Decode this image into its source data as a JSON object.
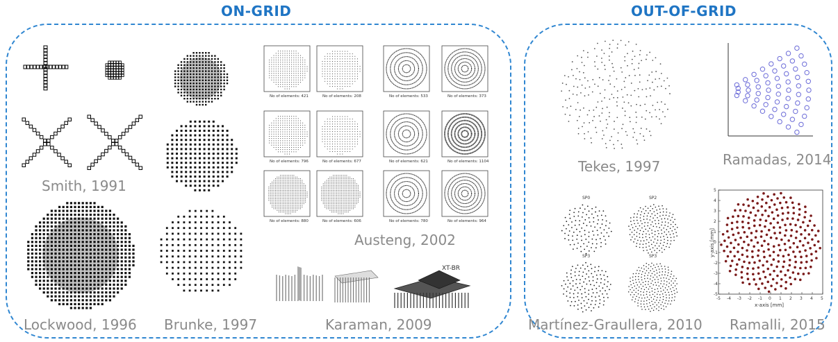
{
  "sections": {
    "on_grid": {
      "title": "ON-GRID"
    },
    "out_of_grid": {
      "title": "OUT-OF-GRID"
    }
  },
  "citations": {
    "smith": "Smith, 1991",
    "lockwood": "Lockwood, 1996",
    "brunke": "Brunke, 1997",
    "austeng": "Austeng, 2002",
    "karaman": "Karaman, 2009",
    "tekes": "Tekes, 1997",
    "ramadas": "Ramadas, 2014",
    "martinez": "Martínez-Graullera, 2010",
    "ramalli": "Ramalli, 2015"
  },
  "austeng_captions": [
    "No of elements: 421",
    "No of elements: 208",
    "No of elements: 533",
    "No of elements: 373",
    "No of elements: 796",
    "No of elements: 677",
    "No of elements: 621",
    "No of elements: 1104",
    "No of elements: 880",
    "No of elements: 606",
    "No of elements: 780",
    "No of elements: 964"
  ],
  "karaman_label": "XT-BR",
  "spiral_titles": [
    "SP0",
    "SP2",
    "SP3",
    "SP3"
  ],
  "ramalli_axes": {
    "x": "x-axis [mm]",
    "y": "y-axis [mm]"
  },
  "colors": {
    "accent": "#2f86d1",
    "title": "#1f75c4",
    "label": "#8a8a8a",
    "ramadas": "#6b6bd8",
    "ramalli": "#7a1a1a"
  }
}
